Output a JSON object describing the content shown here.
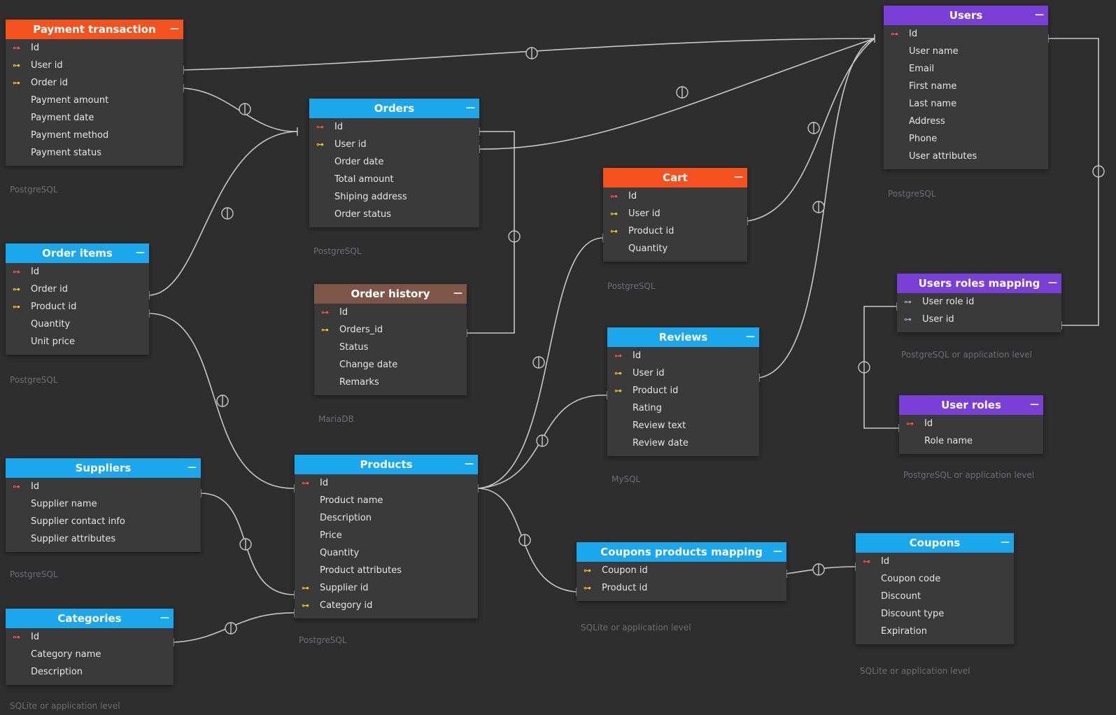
{
  "colors": {
    "blue": "#1aa7ec",
    "orange": "#f4511e",
    "purple": "#7a3fd6",
    "brown": "#7e5648",
    "background": "#2e2e2f"
  },
  "tables": [
    {
      "id": "payment",
      "title": "Payment transaction",
      "color": "orange",
      "source": "PostgreSQL",
      "fields": [
        {
          "name": "Id",
          "key": "pk"
        },
        {
          "name": "User id",
          "key": "fk"
        },
        {
          "name": "Order id",
          "key": "fk"
        },
        {
          "name": "Payment amount",
          "key": ""
        },
        {
          "name": "Payment date",
          "key": ""
        },
        {
          "name": "Payment method",
          "key": ""
        },
        {
          "name": "Payment status",
          "key": ""
        }
      ]
    },
    {
      "id": "orders",
      "title": "Orders",
      "color": "blue",
      "source": "PostgreSQL",
      "fields": [
        {
          "name": "Id",
          "key": "pk"
        },
        {
          "name": "User id",
          "key": "fk"
        },
        {
          "name": "Order date",
          "key": ""
        },
        {
          "name": "Total amount",
          "key": ""
        },
        {
          "name": "Shiping address",
          "key": ""
        },
        {
          "name": "Order status",
          "key": ""
        }
      ]
    },
    {
      "id": "orderitems",
      "title": "Order items",
      "color": "blue",
      "source": "PostgreSQL",
      "fields": [
        {
          "name": "Id",
          "key": "pk"
        },
        {
          "name": "Order id",
          "key": "fk"
        },
        {
          "name": "Product id",
          "key": "fk"
        },
        {
          "name": "Quantity",
          "key": ""
        },
        {
          "name": "Unit price",
          "key": ""
        }
      ]
    },
    {
      "id": "orderhistory",
      "title": "Order history",
      "color": "brown",
      "source": "MariaDB",
      "fields": [
        {
          "name": "Id",
          "key": "pk"
        },
        {
          "name": "Orders_id",
          "key": "fk"
        },
        {
          "name": "Status",
          "key": ""
        },
        {
          "name": "Change date",
          "key": ""
        },
        {
          "name": "Remarks",
          "key": ""
        }
      ]
    },
    {
      "id": "cart",
      "title": "Cart",
      "color": "orange",
      "source": "PostgreSQL",
      "fields": [
        {
          "name": "Id",
          "key": "pk"
        },
        {
          "name": "User id",
          "key": "fk"
        },
        {
          "name": "Product id",
          "key": "fk"
        },
        {
          "name": "Quantity",
          "key": ""
        }
      ]
    },
    {
      "id": "users",
      "title": "Users",
      "color": "purple",
      "source": "PostgreSQL",
      "fields": [
        {
          "name": "Id",
          "key": "pk"
        },
        {
          "name": "User name",
          "key": ""
        },
        {
          "name": "Email",
          "key": ""
        },
        {
          "name": "First name",
          "key": ""
        },
        {
          "name": "Last name",
          "key": ""
        },
        {
          "name": "Address",
          "key": ""
        },
        {
          "name": "Phone",
          "key": ""
        },
        {
          "name": "User attributes",
          "key": ""
        }
      ]
    },
    {
      "id": "urm",
      "title": "Users roles mapping",
      "color": "purple",
      "source": "PostgreSQL or application level",
      "fields": [
        {
          "name": "User role id",
          "key": "ref"
        },
        {
          "name": "User id",
          "key": "ref"
        }
      ]
    },
    {
      "id": "userroles",
      "title": "User roles",
      "color": "purple",
      "source": "PostgreSQL or application level",
      "fields": [
        {
          "name": "Id",
          "key": "pk"
        },
        {
          "name": "Role name",
          "key": ""
        }
      ]
    },
    {
      "id": "reviews",
      "title": "Reviews",
      "color": "blue",
      "source": "MySQL",
      "fields": [
        {
          "name": "Id",
          "key": "pk"
        },
        {
          "name": "User id",
          "key": "fk"
        },
        {
          "name": "Product id",
          "key": "fk"
        },
        {
          "name": "Rating",
          "key": ""
        },
        {
          "name": "Review text",
          "key": ""
        },
        {
          "name": "Review date",
          "key": ""
        }
      ]
    },
    {
      "id": "suppliers",
      "title": "Suppliers",
      "color": "blue",
      "source": "PostgreSQL",
      "fields": [
        {
          "name": "Id",
          "key": "pk"
        },
        {
          "name": "Supplier name",
          "key": ""
        },
        {
          "name": "Supplier contact info",
          "key": ""
        },
        {
          "name": "Supplier attributes",
          "key": ""
        }
      ]
    },
    {
      "id": "products",
      "title": "Products",
      "color": "blue",
      "source": "PostgreSQL",
      "fields": [
        {
          "name": "Id",
          "key": "pk"
        },
        {
          "name": "Product name",
          "key": ""
        },
        {
          "name": "Description",
          "key": ""
        },
        {
          "name": "Price",
          "key": ""
        },
        {
          "name": "Quantity",
          "key": ""
        },
        {
          "name": "Product attributes",
          "key": ""
        },
        {
          "name": "Supplier id",
          "key": "fk"
        },
        {
          "name": "Category id",
          "key": "fk"
        }
      ]
    },
    {
      "id": "categories",
      "title": "Categories",
      "color": "blue",
      "source": "SQLite or application level",
      "fields": [
        {
          "name": "Id",
          "key": "pk"
        },
        {
          "name": "Category name",
          "key": ""
        },
        {
          "name": "Description",
          "key": ""
        }
      ]
    },
    {
      "id": "cpm",
      "title": "Coupons products mapping",
      "color": "blue",
      "source": "SQLite or application level",
      "fields": [
        {
          "name": "Coupon id",
          "key": "fk"
        },
        {
          "name": "Product id",
          "key": "fk"
        }
      ]
    },
    {
      "id": "coupons",
      "title": "Coupons",
      "color": "blue",
      "source": "SQLite or application level",
      "fields": [
        {
          "name": "Id",
          "key": "pk"
        },
        {
          "name": "Coupon code",
          "key": ""
        },
        {
          "name": "Discount",
          "key": ""
        },
        {
          "name": "Discount type",
          "key": ""
        },
        {
          "name": "Expiration",
          "key": ""
        }
      ]
    }
  ],
  "key_glyphs": {
    "pk": "⊶",
    "fk": "⊶",
    "ref": "⊶"
  },
  "collapse_glyph": "—"
}
